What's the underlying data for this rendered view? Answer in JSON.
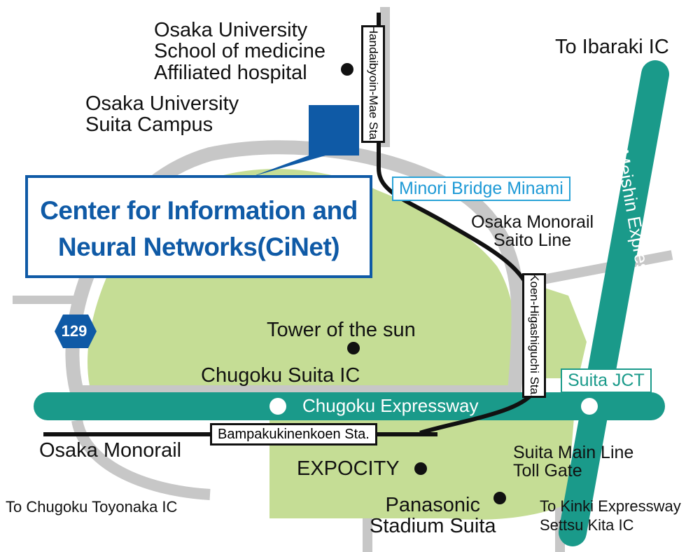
{
  "hospital": {
    "line1": "Osaka University",
    "line2": "School of medicine",
    "line3": "Affiliated hospital"
  },
  "campus": {
    "line1": "Osaka University",
    "line2": "Suita Campus"
  },
  "cinet": {
    "line1": "Center for Information and",
    "line2": "Neural Networks(CiNet)"
  },
  "to_ibaraki": "To Ibaraki IC",
  "minori": "Minori Bridge Minami",
  "monorail_saito": {
    "line1": "Osaka Monorail",
    "line2": "Saito Line"
  },
  "meishin": "Meishin Expressway",
  "route_number": "129",
  "tower": "Tower of the sun",
  "chugoku_ic": "Chugoku Suita IC",
  "suita_jct": "Suita JCT",
  "chugoku_exp": "Chugoku Expressway",
  "bampaku": "Bampakukinenkoen Sta.",
  "monorail": "Osaka Monorail",
  "expocity": "EXPOCITY",
  "toll": {
    "line1": "Suita Main Line",
    "line2": "Toll Gate"
  },
  "toyonaka": "To Chugoku Toyonaka IC",
  "panasonic": {
    "line1": "Panasonic",
    "line2": "Stadium Suita"
  },
  "kinki": {
    "line1": "To Kinki Expressway",
    "line2": "Settsu Kita IC"
  },
  "handai_sta": "Handaibyoin-Mae Sta.",
  "koen_sta": "Koen-Higashiguchi Sta.",
  "colors": {
    "park": "#c5dd95",
    "road": "#c7c7c7",
    "expressway": "#1a9a8a",
    "accent": "#0f5aa6",
    "light_blue": "#2aa3d7"
  }
}
